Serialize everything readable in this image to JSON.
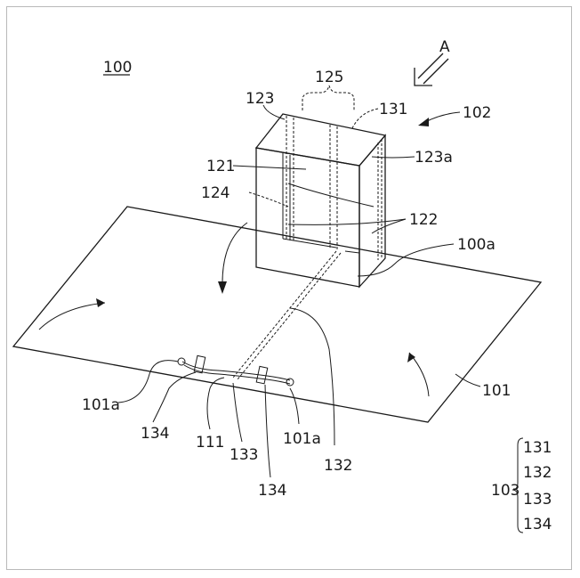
{
  "figure": {
    "ref_main": "100",
    "view_arrow": "A",
    "labels": {
      "l125": "125",
      "l123": "123",
      "l131": "131",
      "l102": "102",
      "l121": "121",
      "l123a": "123a",
      "l124": "124",
      "l122": "122",
      "l100a": "100a",
      "l101": "101",
      "l101a_left": "101a",
      "l134_left": "134",
      "l111": "111",
      "l133": "133",
      "l101a_right": "101a",
      "l132": "132",
      "l134_bottom": "134"
    },
    "legend": {
      "group": "103",
      "items": [
        "131",
        "132",
        "133",
        "134"
      ]
    }
  }
}
